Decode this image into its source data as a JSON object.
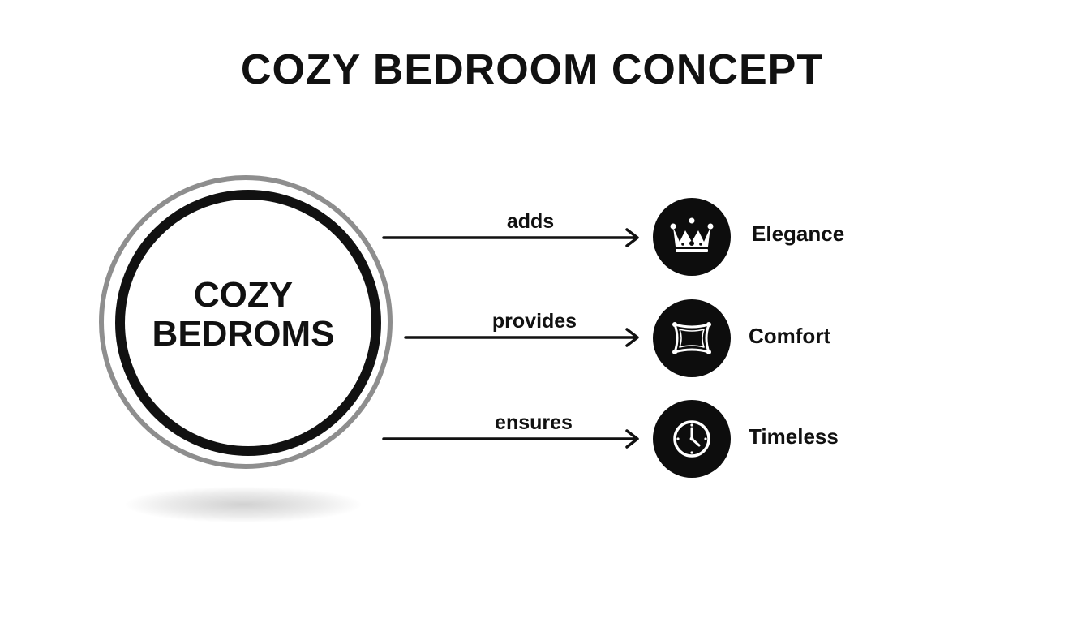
{
  "diagram": {
    "title": "COZY BEDROOM CONCEPT",
    "center": {
      "lines": [
        "COZY",
        "BEDROMS"
      ]
    },
    "branches": [
      {
        "relation": "adds",
        "target": "Elegance",
        "icon": "crown-icon"
      },
      {
        "relation": "provides",
        "target": "Comfort",
        "icon": "pillow-icon"
      },
      {
        "relation": "ensures",
        "target": "Timeless",
        "icon": "clock-icon"
      }
    ],
    "colors": {
      "ink": "#111111",
      "outer_ring": "#8e8e8e",
      "icon_fill": "#0d0d0d",
      "icon_glyph": "#ffffff",
      "background": "#ffffff"
    }
  }
}
